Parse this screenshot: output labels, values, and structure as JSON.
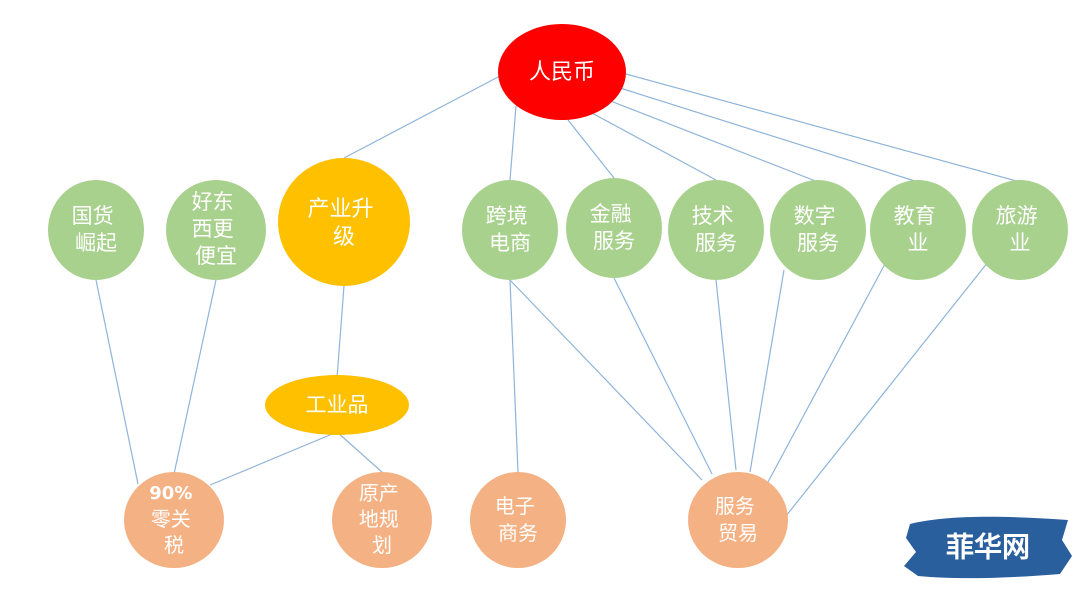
{
  "colors": {
    "red": "#ff0000",
    "orange": "#ffc000",
    "green": "#a9d18e",
    "peach": "#f4b183",
    "edge": "#8fb4d9",
    "watermark": "#2a5f9e"
  },
  "nodes": {
    "rmb": {
      "lines": [
        "人民币"
      ]
    },
    "guohuo": {
      "lines": [
        "国货",
        "崛起"
      ]
    },
    "haodongxi": {
      "lines": [
        "好东",
        "西更",
        "便宜"
      ]
    },
    "chanye": {
      "lines": [
        "产业升",
        "级"
      ]
    },
    "kuajing": {
      "lines": [
        "跨境",
        "电商"
      ]
    },
    "jinrong": {
      "lines": [
        "金融",
        "服务"
      ]
    },
    "jishu": {
      "lines": [
        "技术",
        "服务"
      ]
    },
    "shuzi": {
      "lines": [
        "数字",
        "服务"
      ]
    },
    "jiaoyu": {
      "lines": [
        "教育",
        "业"
      ]
    },
    "lvyou": {
      "lines": [
        "旅游",
        "业"
      ]
    },
    "gongye": {
      "lines": [
        "工业品"
      ]
    },
    "lingguanshui": {
      "lines": [
        "90%",
        "零关",
        "税"
      ]
    },
    "yuanchan": {
      "lines": [
        "原产",
        "地规",
        "划"
      ]
    },
    "dianzi": {
      "lines": [
        "电子",
        "商务"
      ]
    },
    "fuwu": {
      "lines": [
        "服务",
        "贸易"
      ]
    }
  },
  "watermark": {
    "text": "菲华网"
  }
}
